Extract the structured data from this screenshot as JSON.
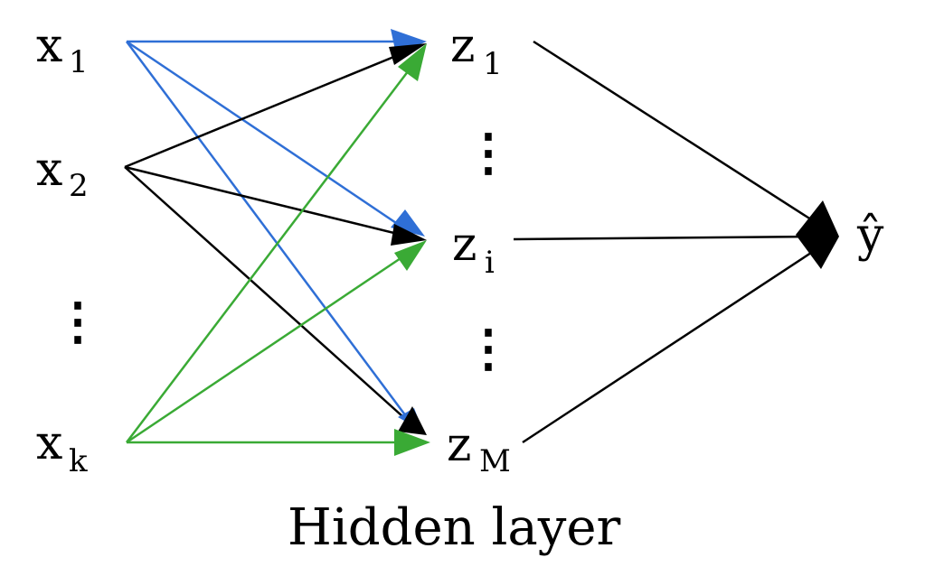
{
  "inputs": {
    "x1": {
      "base": "x",
      "sub": "1"
    },
    "x2": {
      "base": "x",
      "sub": "2"
    },
    "xk": {
      "base": "x",
      "sub": "k"
    },
    "dots": "⋮"
  },
  "hidden": {
    "z1": {
      "base": "z",
      "sub": "1"
    },
    "zi": {
      "base": "z",
      "sub": "i"
    },
    "zM": {
      "base": "z",
      "sub": "M"
    },
    "dots": "⋮"
  },
  "output": {
    "label": "ŷ"
  },
  "caption": "Hidden layer",
  "colors": {
    "blue": "#2f6fd6",
    "green": "#3aaa35",
    "black": "#000000"
  }
}
